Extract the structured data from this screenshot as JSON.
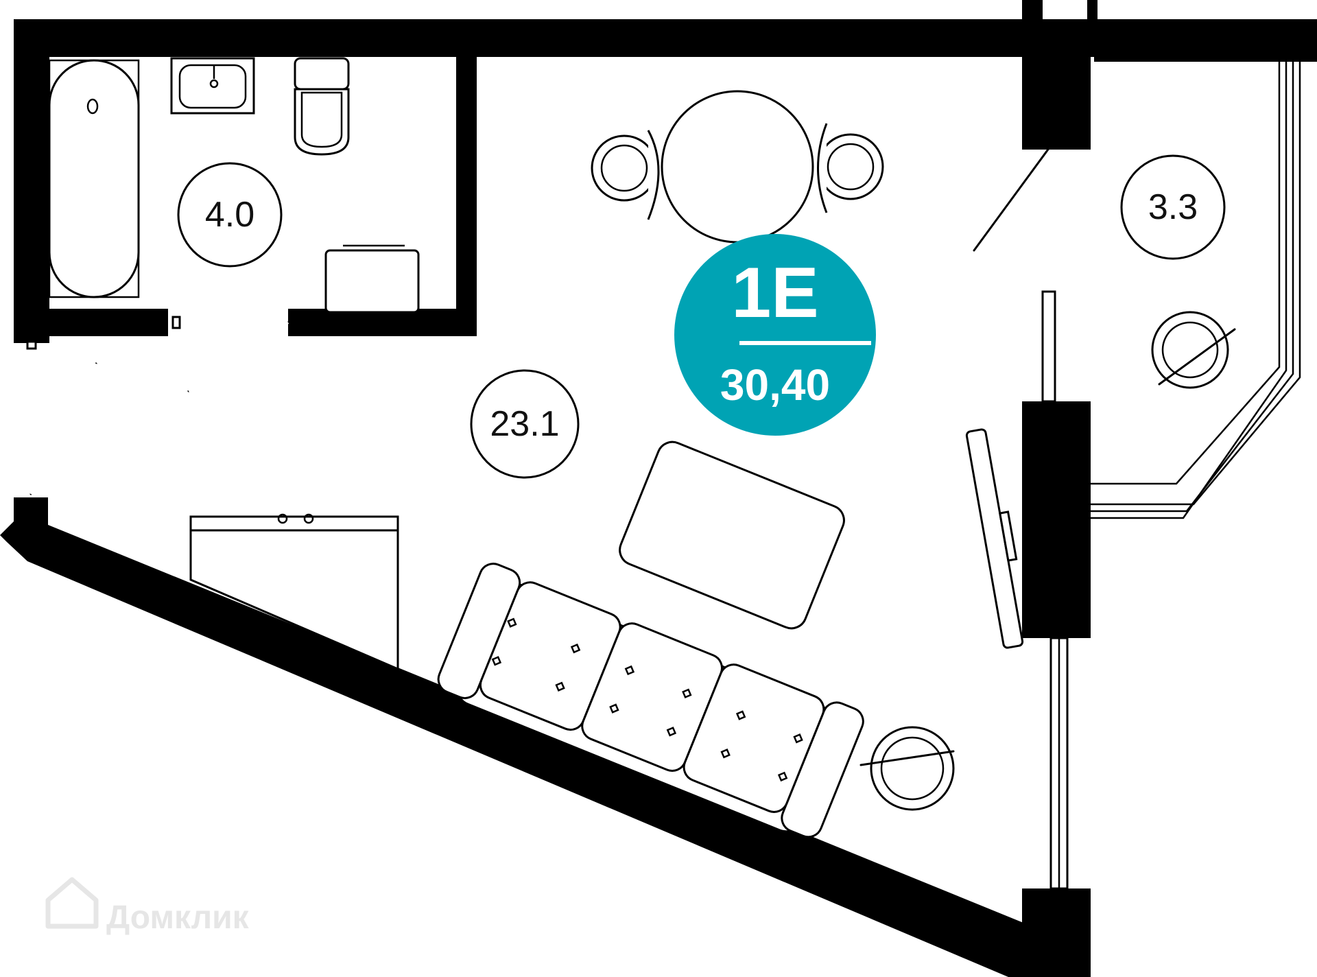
{
  "rooms": [
    {
      "name": "bathroom",
      "area": "4.0"
    },
    {
      "name": "living-room",
      "area": "23.1"
    },
    {
      "name": "balcony",
      "area": "3.3"
    }
  ],
  "badge": {
    "title": "1E",
    "total_area": "30,40",
    "color": "#00A3B4"
  },
  "watermark": {
    "text": "Домклик",
    "icon": "house-icon"
  },
  "colors": {
    "walls": "#000000",
    "background": "#ffffff"
  }
}
